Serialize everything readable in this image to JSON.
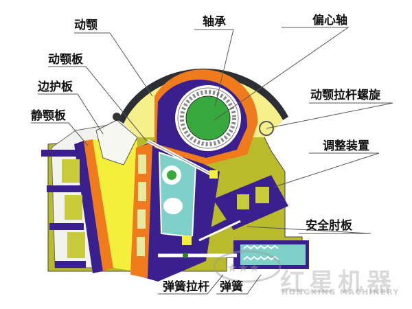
{
  "diagram": {
    "subject": "jaw crusher cross-section",
    "colors": {
      "frame_blue": "#3a1f8f",
      "liner_orange": "#f07b1c",
      "body_yellow": "#f4ef3a",
      "olive": "#b9bb2a",
      "shaft_green": "#36a83c",
      "flywheel_dark": "#2b2f33",
      "teal": "#7fd0c8",
      "leader_line": "#555555"
    },
    "labels": [
      {
        "id": "moving-jaw",
        "text": "动颚"
      },
      {
        "id": "moving-jaw-plate",
        "text": "动颚板"
      },
      {
        "id": "side-guard-plate",
        "text": "边护板"
      },
      {
        "id": "fixed-jaw-plate",
        "text": "静颚板"
      },
      {
        "id": "bearing",
        "text": "轴承"
      },
      {
        "id": "eccentric-shaft",
        "text": "偏心轴"
      },
      {
        "id": "moving-jaw-tie-rod-screw",
        "text": "动颚拉杆螺旋"
      },
      {
        "id": "adjusting-device",
        "text": "调整装置"
      },
      {
        "id": "toggle-plate",
        "text": "安全肘板"
      },
      {
        "id": "spring-tie-rod",
        "text": "弹簧拉杆"
      },
      {
        "id": "spring",
        "text": "弹簧"
      }
    ],
    "watermark": {
      "chinese": "红星机器",
      "english": "HONGXING MACHINERY"
    }
  }
}
